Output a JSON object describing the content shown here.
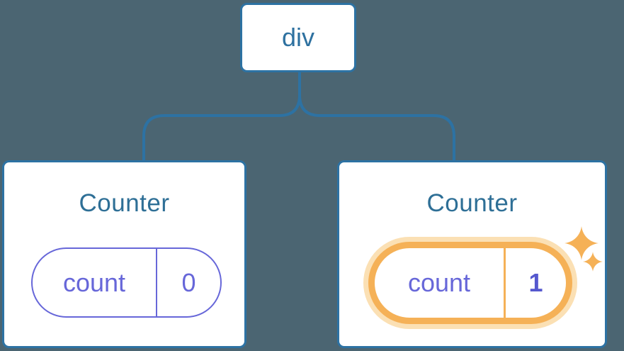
{
  "diagram": {
    "background_color": "#4B6572",
    "colors": {
      "node_border_blue": "#2D72A3",
      "node_title_text": "#2E6F96",
      "root_label_text": "#2E71A0",
      "connector_line": "#2D72A3",
      "state_purple": "#6767D9",
      "state_value_bold_purple": "#5558CE",
      "highlight_orange": "#F5B157",
      "highlight_glow": "#FBE0B4",
      "card_background": "#FFFFFF"
    },
    "root_node": {
      "label": "div"
    },
    "children": [
      {
        "title": "Counter",
        "state": {
          "key": "count",
          "value": "0"
        },
        "highlighted": false
      },
      {
        "title": "Counter",
        "state": {
          "key": "count",
          "value": "1"
        },
        "highlighted": true
      }
    ],
    "icons": {
      "sparkle_large": "four-point-star",
      "sparkle_small": "four-point-star"
    }
  }
}
